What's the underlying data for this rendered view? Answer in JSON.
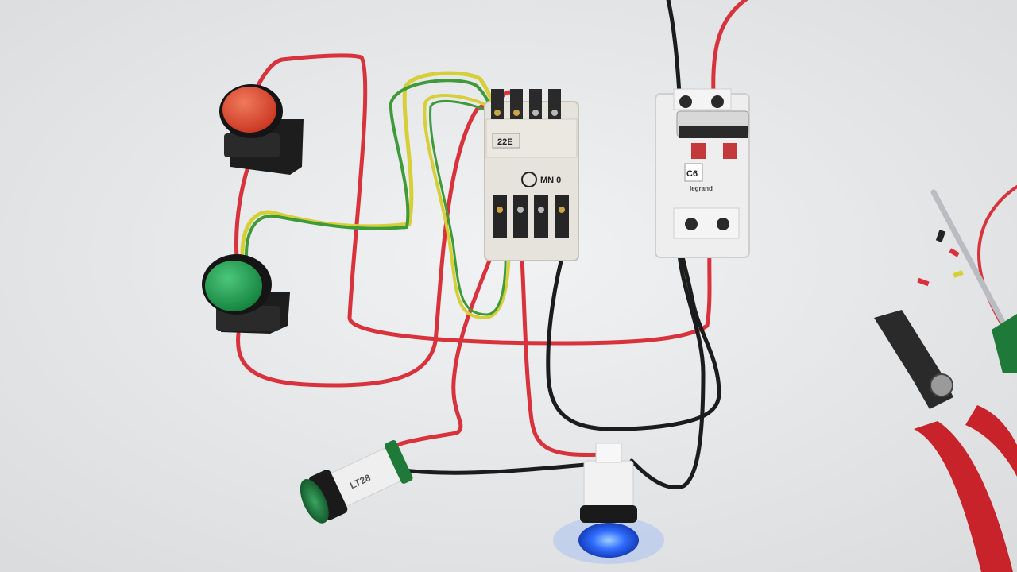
{
  "contactor": {
    "aux_block_label": "22E",
    "model_label": "MN 0"
  },
  "mcb": {
    "rating_label": "C6",
    "brand_label": "legrand"
  },
  "pilot_lamp": {
    "body_label": "LT28"
  },
  "colors": {
    "wire_red": "#d8323c",
    "wire_black": "#1c1c1c",
    "wire_yellow": "#d7cf3a",
    "wire_green": "#3f9a3a",
    "stop_button": "#e0452c",
    "start_button": "#1f9a4e",
    "lamp_blue": "#2f6cff",
    "lamp_green": "#1f7a3a",
    "plier_handle": "#c8232a"
  }
}
